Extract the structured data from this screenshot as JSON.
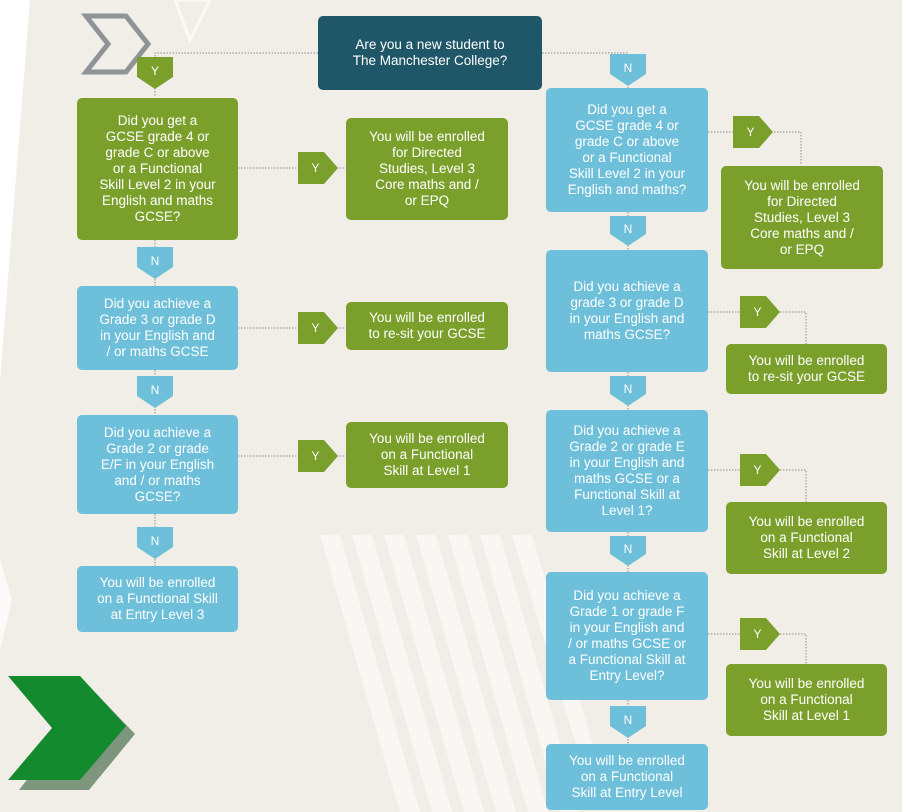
{
  "colors": {
    "background": "#f1eee7",
    "page_edge": "#ffffff",
    "start_box": "#1f5768",
    "outcome_box": "#7aa02b",
    "question_box": "#6ebfd9",
    "arrow_outline": "#8e9496",
    "arrow_dark_green": "#138a2e"
  },
  "icons": {
    "start_arrow": "chevron-outline-icon",
    "corner_arrow": "chevron-solid-icon"
  },
  "labels": {
    "yes": "Y",
    "no": "N"
  },
  "start": {
    "text": "Are you a new student to\nThe Manchester College?"
  },
  "left": {
    "q1": "Did you get a\nGCSE grade 4 or\ngrade C or above\nor a Functional\nSkill Level 2 in your\nEnglish and maths\nGCSE?",
    "o1": "You will be enrolled\nfor Directed\nStudies, Level 3\nCore maths and /\nor EPQ",
    "q2": "Did you achieve a\nGrade 3 or grade D\nin your English and\n/ or maths GCSE",
    "o2": "You will be enrolled\nto re-sit your GCSE",
    "q3": "Did you achieve a\nGrade 2 or grade\nE/F in your English\nand / or maths\nGCSE?",
    "o3": "You will be enrolled\non a Functional\nSkill at Level 1",
    "end": "You will be enrolled\non a Functional Skill\nat Entry Level 3"
  },
  "right": {
    "q1": "Did you get a\nGCSE grade 4 or\ngrade C or above\nor a Functional\nSkill Level 2 in your\nEnglish and maths?",
    "o1": "You will be enrolled\nfor Directed\nStudies, Level 3\nCore maths and /\nor EPQ",
    "q2": "Did you achieve a\ngrade 3 or grade D\nin your English and\nmaths GCSE?",
    "o2": "You will be enrolled\nto re-sit your GCSE",
    "q3": "Did you achieve a\nGrade 2 or grade E\nin your English and\nmaths GCSE or a\nFunctional Skill at\nLevel 1?",
    "o3": "You will be enrolled\non a Functional\nSkill at Level 2",
    "q4": "Did you achieve a\nGrade 1 or grade F\nin your English and\n/ or maths GCSE or\na Functional Skill at\nEntry Level?",
    "o4": "You will be enrolled\non a Functional\nSkill at Level 1",
    "end": "You will be enrolled\non a Functional\nSkill at Entry Level"
  }
}
